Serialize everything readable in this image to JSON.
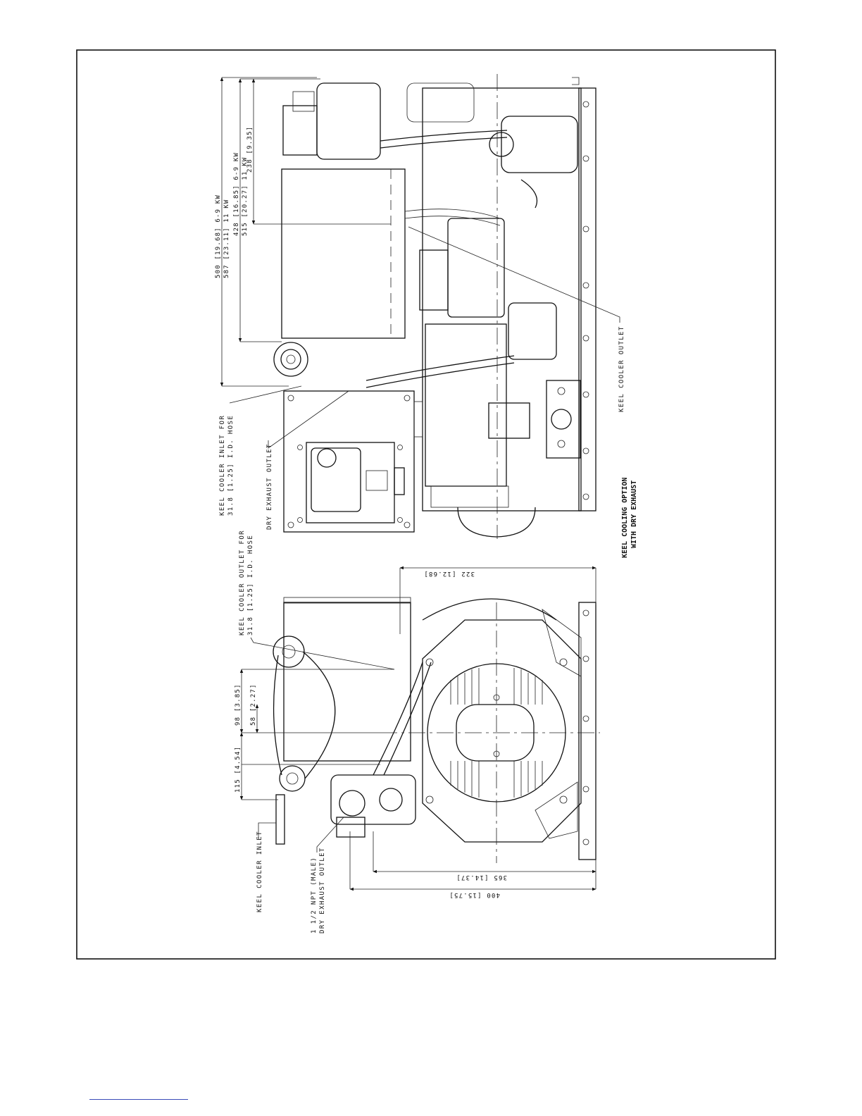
{
  "colors": {
    "ink": "#111111",
    "paper": "#ffffff",
    "footnote_rule": "#3b4bb8"
  },
  "top_view": {
    "caption_line1": "KEEL COOLING OPTION",
    "caption_line2": "WITH DRY EXHAUST",
    "callouts": {
      "keel_inlet_line1": "KEEL COOLER INLET FOR",
      "keel_inlet_line2": "31.8 [1.25] I.D. HOSE",
      "dry_exhaust": "DRY EXHAUST OUTLET",
      "keel_outlet": "KEEL COOLER OUTLET"
    },
    "dimensions": {
      "d500": "500 [19.68] 6-9 KW",
      "d587": "587 [23.11] 11 KW",
      "d428": "428 [16.85] 6-9 KW",
      "d515": "515 [20.27] 11 KW",
      "d238": "238 [9.35]"
    }
  },
  "end_view": {
    "callouts": {
      "keel_outlet_line1": "KEEL COOLER OUTLET FOR",
      "keel_outlet_line2": "31.8 [1.25] I.D. HOSE",
      "keel_inlet": "KEEL COOLER INLET",
      "npt_line1": "1 1/2 NPT (MALE)",
      "npt_line2": "DRY EXHAUST OUTLET"
    },
    "dimensions": {
      "d322": "322 [12.68]",
      "d98": "98 [3.85]",
      "d58": "58 [2.27]",
      "d115": "115 [4.54]",
      "d365": "365 [14.37]",
      "d400": "400 [15.75]"
    }
  }
}
